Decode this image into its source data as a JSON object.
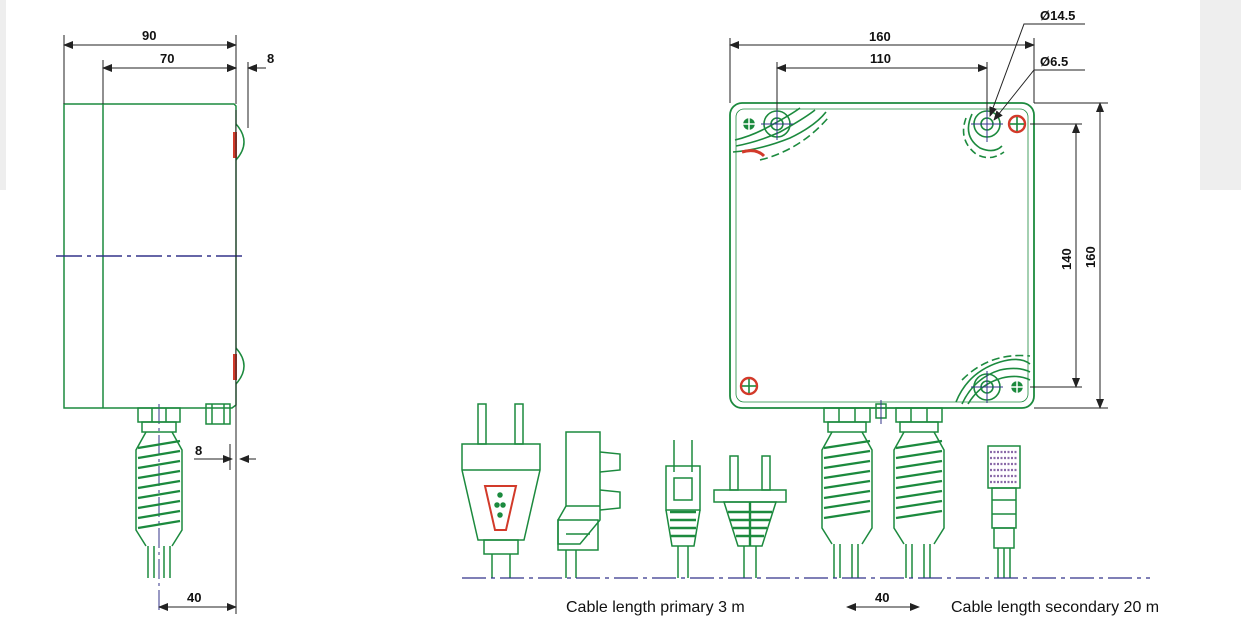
{
  "colors": {
    "outline": "#1c8a3e",
    "dimension": "#222222",
    "centerline": "#33338a",
    "screw": "#d23a2a",
    "panel": "#eeeeee"
  },
  "side_view": {
    "dims": {
      "width_total": "90",
      "width_body": "70",
      "tab_top": "8",
      "tab_bottom": "8",
      "gland_offset": "40"
    }
  },
  "front_view": {
    "dims": {
      "width_total": "160",
      "hole_spacing_h": "110",
      "hole_outer": "Ø14.5",
      "hole_inner": "Ø6.5",
      "hole_spacing_v": "140",
      "height_total": "160",
      "gland_spacing": "40"
    }
  },
  "captions": {
    "primary": "Cable length primary 3 m",
    "secondary": "Cable length secondary 20 m"
  }
}
